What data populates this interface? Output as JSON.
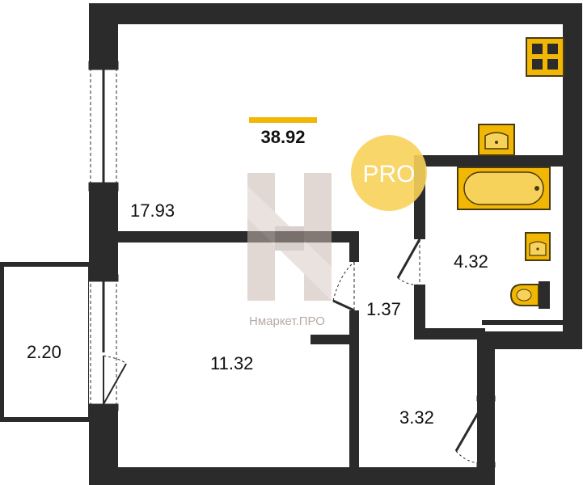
{
  "plan": {
    "total_area": "38.92",
    "rooms": [
      {
        "id": "living-kitchen",
        "area": "17.93"
      },
      {
        "id": "bedroom",
        "area": "11.32"
      },
      {
        "id": "bathroom",
        "area": "4.32"
      },
      {
        "id": "closet",
        "area": "1.37"
      },
      {
        "id": "hallway",
        "area": "3.32"
      },
      {
        "id": "balcony",
        "area": "2.20"
      }
    ]
  },
  "watermark": {
    "brand_text": "Нмаркет.ПРО",
    "badge_text": "PRO"
  },
  "colors": {
    "wall": "#2b2b2b",
    "fixture": "#f2b705",
    "fixture_outline": "#4a3a10",
    "pro_badge": "#f7d25a",
    "total_bar": "#f2b705",
    "watermark": "#c9b9b1"
  },
  "icons": [
    "stove-icon",
    "kitchen-sink-icon",
    "bathtub-icon",
    "washbasin-icon",
    "toilet-icon",
    "door-swing-icon",
    "window-icon"
  ]
}
